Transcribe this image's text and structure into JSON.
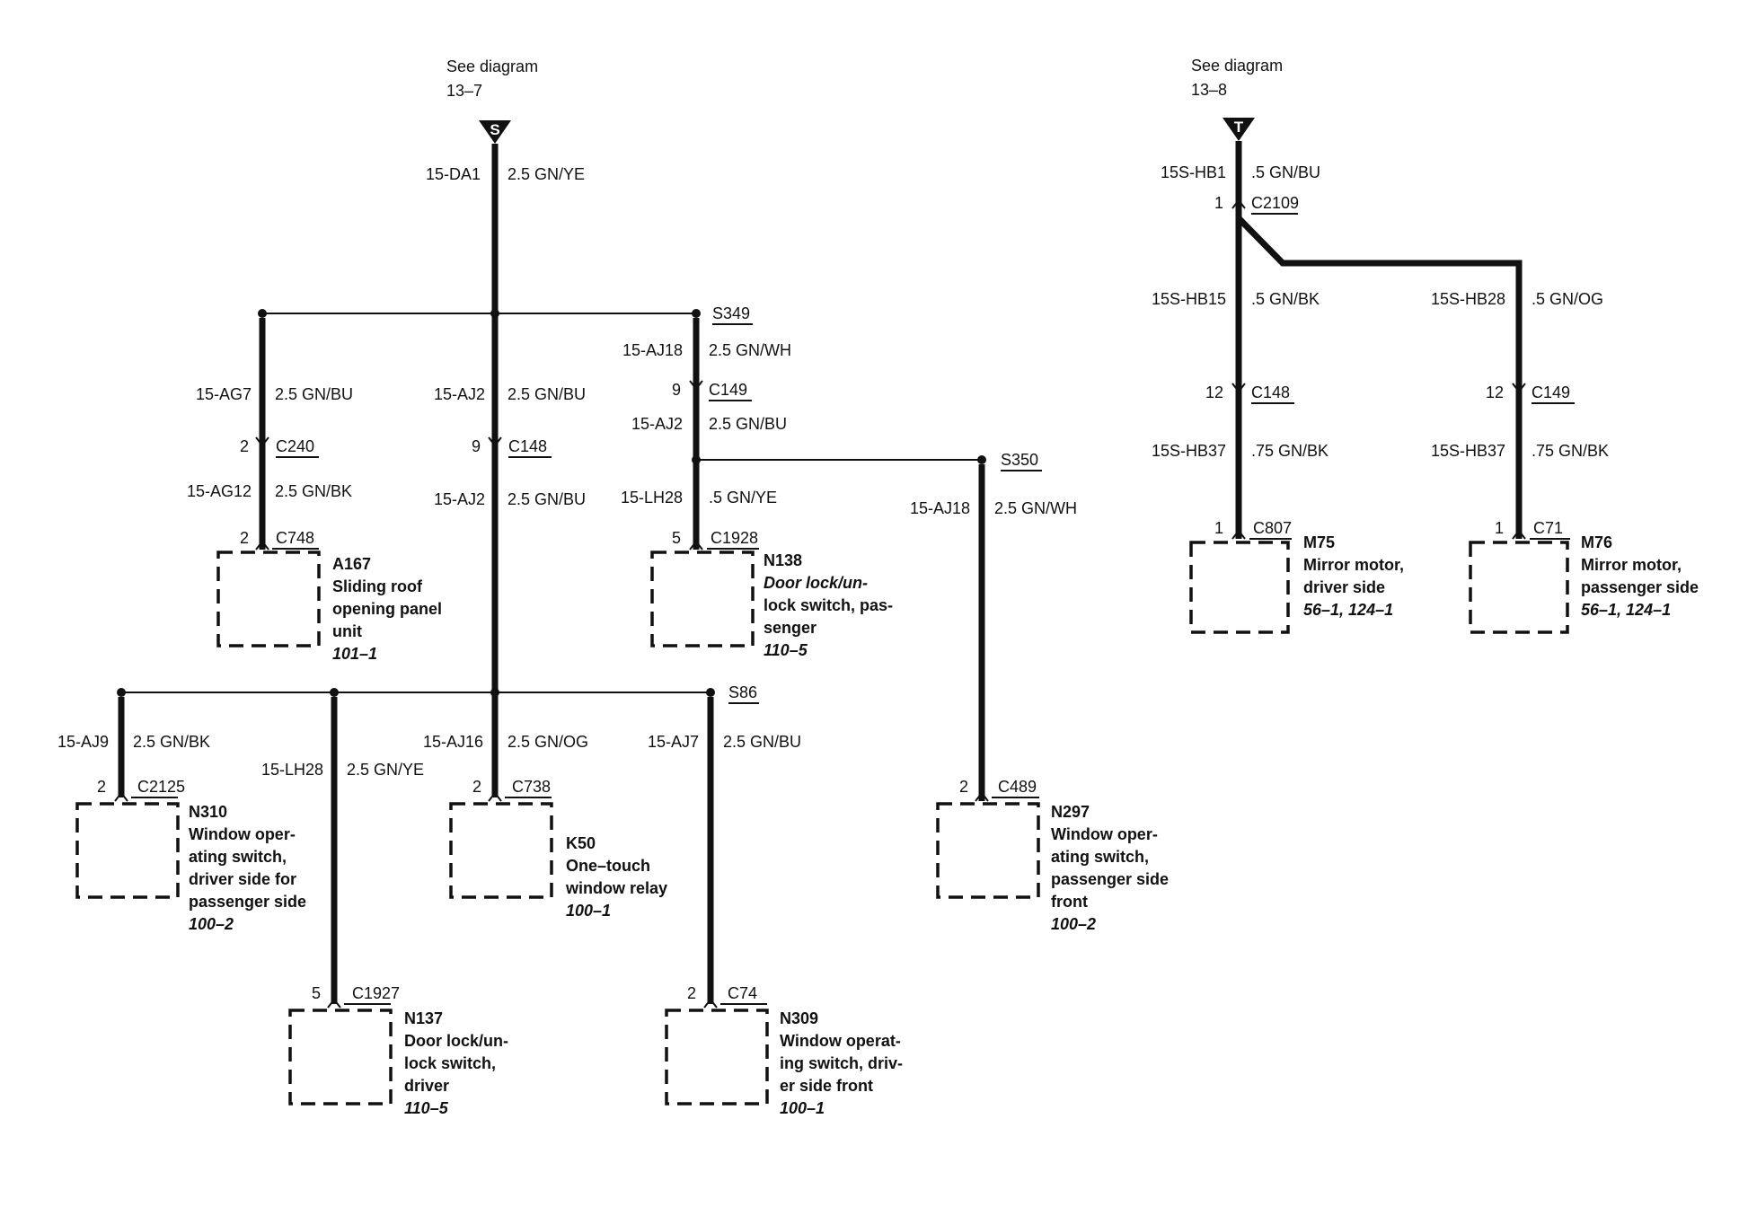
{
  "refs": [
    {
      "line1": "See diagram",
      "line2": "13–7",
      "marker": "S"
    },
    {
      "line1": "See diagram",
      "line2": "13–8",
      "marker": "T"
    }
  ],
  "splices": [
    "S349",
    "S350",
    "S86"
  ],
  "wires": [
    {
      "circuit": "15-DA1",
      "spec": "2.5 GN/YE"
    },
    {
      "circuit": "15-AG7",
      "spec": "2.5 GN/BU"
    },
    {
      "circuit": "15-AG12",
      "spec": "2.5 GN/BK"
    },
    {
      "circuit": "15-AJ2",
      "spec": "2.5 GN/BU"
    },
    {
      "circuit": "15-AJ2",
      "spec": "2.5 GN/BU"
    },
    {
      "circuit": "15-AJ18",
      "spec": "2.5 GN/WH"
    },
    {
      "circuit": "15-AJ2",
      "spec": "2.5 GN/BU"
    },
    {
      "circuit": "15-LH28",
      "spec": ".5 GN/YE"
    },
    {
      "circuit": "15-AJ18",
      "spec": "2.5 GN/WH"
    },
    {
      "circuit": "15-AJ9",
      "spec": "2.5 GN/BK"
    },
    {
      "circuit": "15-LH28",
      "spec": "2.5 GN/YE"
    },
    {
      "circuit": "15-AJ16",
      "spec": "2.5 GN/OG"
    },
    {
      "circuit": "15-AJ7",
      "spec": "2.5 GN/BU"
    },
    {
      "circuit": "15S-HB1",
      "spec": ".5 GN/BU"
    },
    {
      "circuit": "15S-HB15",
      "spec": ".5 GN/BK"
    },
    {
      "circuit": "15S-HB28",
      "spec": ".5 GN/OG"
    },
    {
      "circuit": "15S-HB37",
      "spec": ".75 GN/BK"
    },
    {
      "circuit": "15S-HB37",
      "spec": ".75 GN/BK"
    }
  ],
  "connectors": [
    {
      "pin": "2",
      "name": "C240"
    },
    {
      "pin": "2",
      "name": "C748"
    },
    {
      "pin": "9",
      "name": "C148"
    },
    {
      "pin": "9",
      "name": "C149"
    },
    {
      "pin": "5",
      "name": "C1928"
    },
    {
      "pin": "2",
      "name": "C2125"
    },
    {
      "pin": "2",
      "name": "C738"
    },
    {
      "pin": "5",
      "name": "C1927"
    },
    {
      "pin": "2",
      "name": "C74"
    },
    {
      "pin": "2",
      "name": "C489"
    },
    {
      "pin": "1",
      "name": "C2109"
    },
    {
      "pin": "12",
      "name": "C148"
    },
    {
      "pin": "12",
      "name": "C149"
    },
    {
      "pin": "1",
      "name": "C807"
    },
    {
      "pin": "1",
      "name": "C71"
    }
  ],
  "components": [
    {
      "id": "A167",
      "desc": [
        "Sliding roof",
        "opening panel",
        "unit"
      ],
      "ref": "101–1"
    },
    {
      "id": "N138",
      "desc": [
        "Door lock/un-",
        "lock switch, pas-",
        "senger"
      ],
      "ref": "110–5"
    },
    {
      "id": "N310",
      "desc": [
        "Window oper-",
        "ating switch,",
        "driver side for",
        "passenger side"
      ],
      "ref": "100–2"
    },
    {
      "id": "K50",
      "desc": [
        "One–touch",
        "window relay"
      ],
      "ref": "100–1"
    },
    {
      "id": "N297",
      "desc": [
        "Window oper-",
        "ating switch,",
        "passenger side",
        "front"
      ],
      "ref": "100–2"
    },
    {
      "id": "N137",
      "desc": [
        "Door lock/un-",
        "lock switch,",
        "driver"
      ],
      "ref": "110–5"
    },
    {
      "id": "N309",
      "desc": [
        "Window operat-",
        "ing switch, driv-",
        "er side front"
      ],
      "ref": "100–1"
    },
    {
      "id": "M75",
      "desc": [
        "Mirror motor,",
        "driver side"
      ],
      "ref": "56–1, 124–1"
    },
    {
      "id": "M76",
      "desc": [
        "Mirror motor,",
        "passenger side"
      ],
      "ref": "56–1, 124–1"
    }
  ]
}
